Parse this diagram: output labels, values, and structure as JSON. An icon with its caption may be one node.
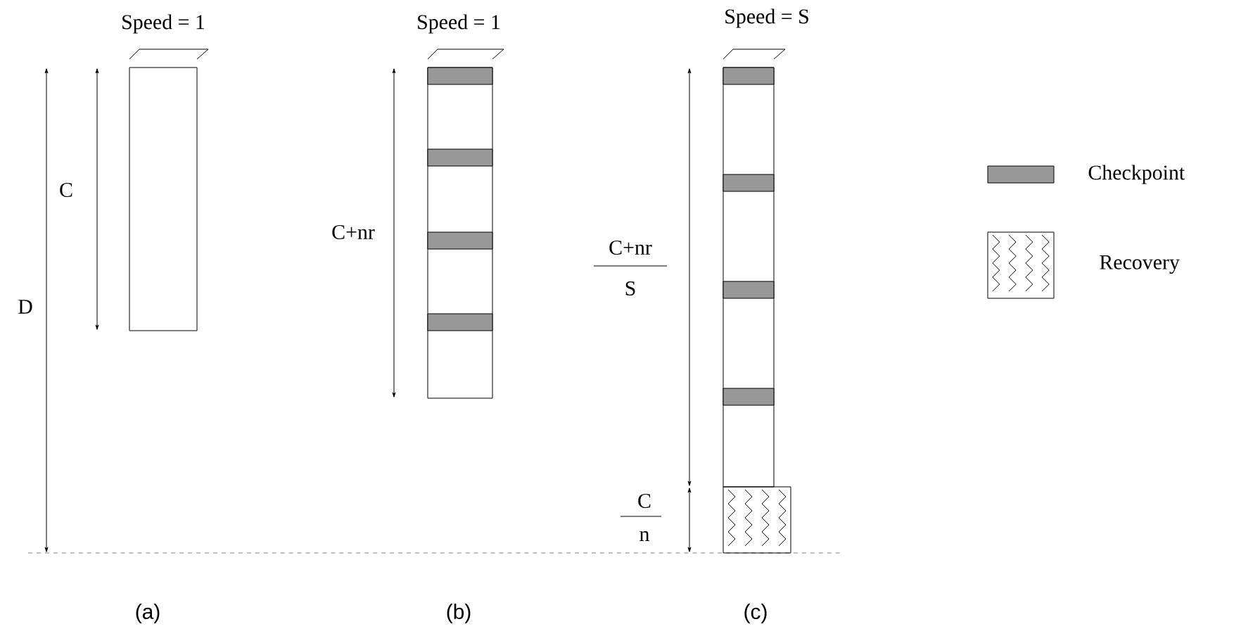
{
  "diagram": {
    "nodes": [
      {
        "text": [],
        "shape": "bar"
      },
      {
        "text": [],
        "shape": "bar"
      },
      {
        "text": [],
        "shape": "bar"
      },
      {
        "text": [],
        "shape": "box"
      }
    ],
    "labels": [
      "Speed = 1",
      "C",
      "D",
      "Speed = 1",
      "C+nr",
      "Speed = S",
      "C+nr",
      "S",
      "C",
      "n",
      "(a)",
      "(b)",
      "(c)"
    ],
    "legend": [
      {
        "text": "Checkpoint",
        "color": "#999999"
      },
      {
        "text": "Recovery"
      }
    ]
  }
}
